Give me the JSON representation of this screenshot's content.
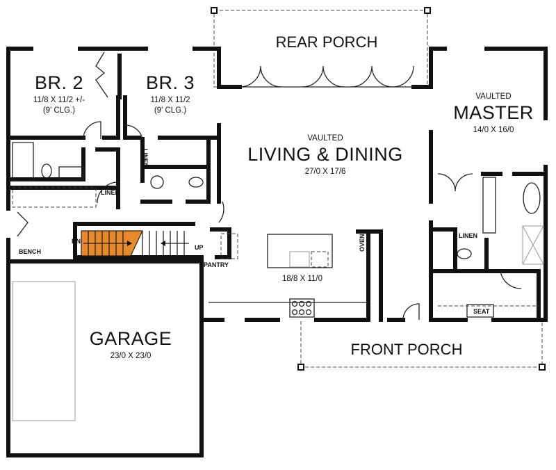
{
  "rooms": {
    "rear_porch": {
      "name": "REAR PORCH"
    },
    "br2": {
      "name": "BR. 2",
      "size": "11/8 X 11/2 +/-",
      "ceiling": "(9' CLG.)"
    },
    "br3": {
      "name": "BR. 3",
      "size": "11/8 X 11/2",
      "ceiling": "(9' CLG.)"
    },
    "living": {
      "note": "VAULTED",
      "name": "LIVING & DINING",
      "size": "27/0 X 17/6"
    },
    "master": {
      "note": "VAULTED",
      "name": "MASTER",
      "size": "14/0 X 16/0"
    },
    "kitchen": {
      "size": "18/8 X 11/0"
    },
    "garage": {
      "name": "GARAGE",
      "size": "23/0 X 23/0"
    },
    "front_porch": {
      "name": "FRONT PORCH"
    }
  },
  "labels": {
    "linen_hall": "LINEN",
    "linen_bath": "LINEN",
    "linen_master": "LINEN",
    "bench": "BENCH",
    "dn": "DN",
    "up": "UP",
    "pantry": "PANTRY",
    "ovens": "OVENS",
    "seat": "SEAT"
  },
  "colors": {
    "stair_highlight": "#e8892b",
    "walls": "#111111"
  }
}
